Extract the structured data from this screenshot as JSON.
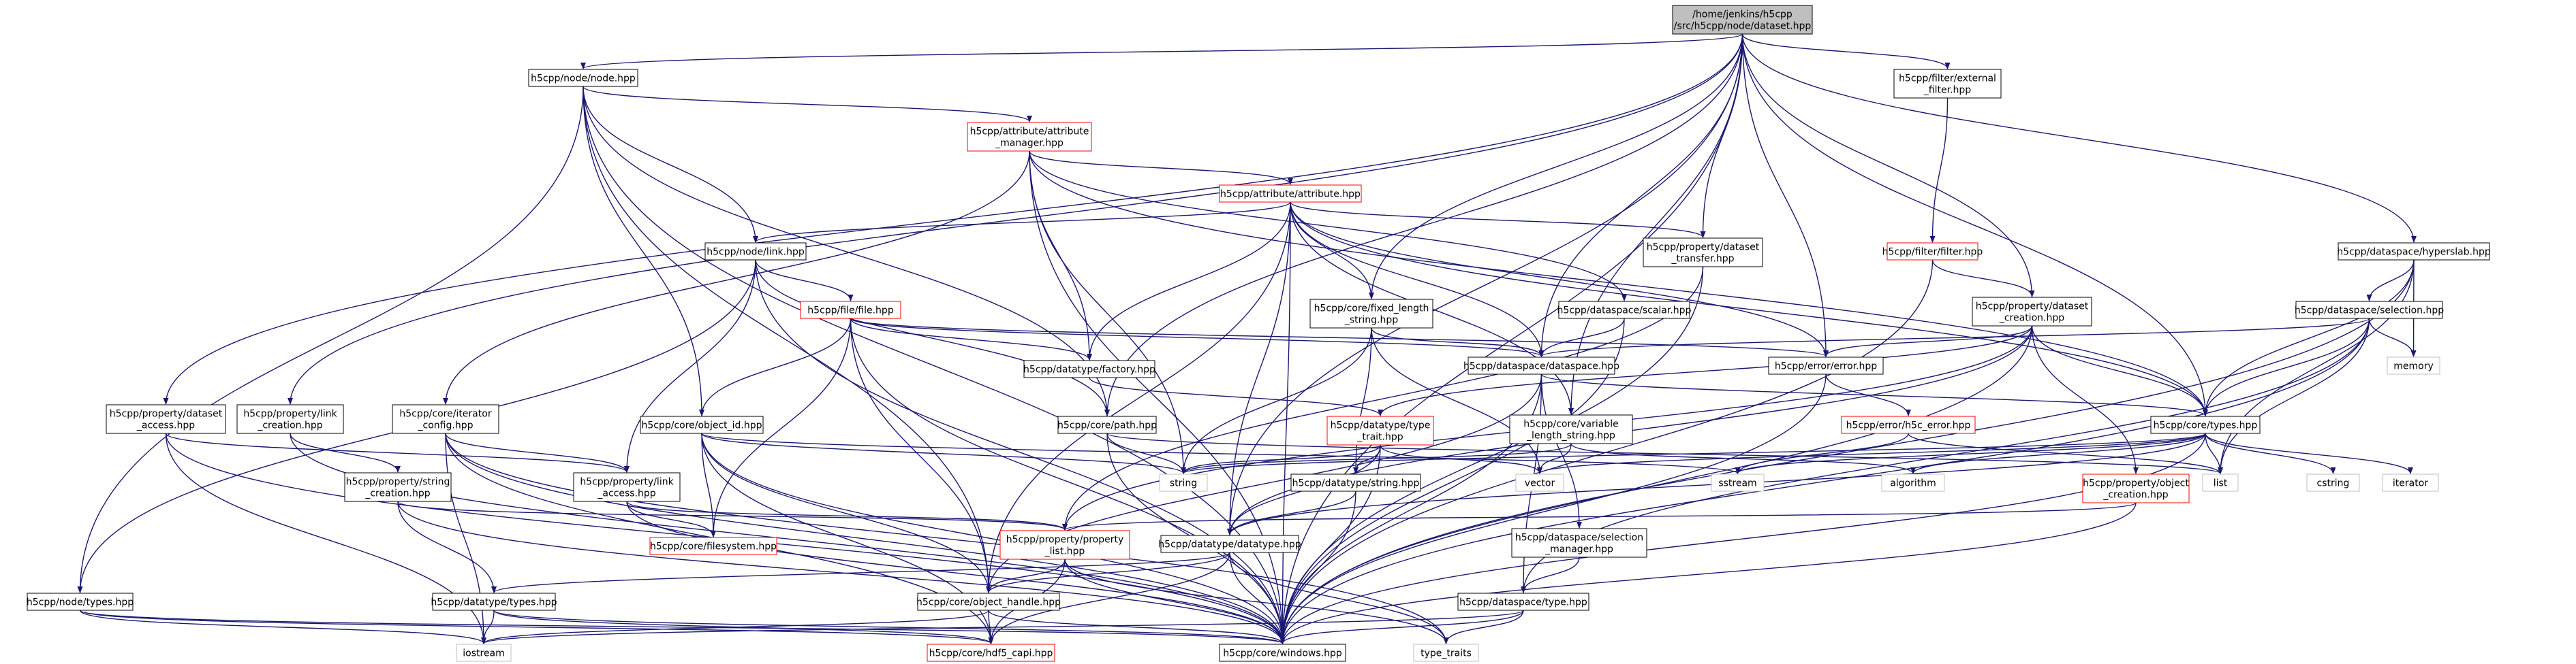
{
  "colors": {
    "edge": "#191970",
    "root_fill": "#bfbfbf",
    "node_fill": "#ffffff",
    "node_border": "#000000",
    "undocumented_border": "#ff0000",
    "external_border": "#bfbfbf",
    "background": "#ffffff"
  },
  "nodes": [
    {
      "id": "root",
      "lines": [
        "/home/jenkins/h5cpp",
        "/src/h5cpp/node/dataset.hpp"
      ],
      "kind": "root"
    },
    {
      "id": "node_hpp",
      "lines": [
        "h5cpp/node/node.hpp"
      ],
      "kind": "normal"
    },
    {
      "id": "attr_mgr",
      "lines": [
        "h5cpp/attribute/attribute",
        "_manager.hpp"
      ],
      "kind": "red"
    },
    {
      "id": "attr",
      "lines": [
        "h5cpp/attribute/attribute.hpp"
      ],
      "kind": "red"
    },
    {
      "id": "link",
      "lines": [
        "h5cpp/node/link.hpp"
      ],
      "kind": "normal"
    },
    {
      "id": "file",
      "lines": [
        "h5cpp/file/file.hpp"
      ],
      "kind": "red"
    },
    {
      "id": "iter_cfg",
      "lines": [
        "h5cpp/core/iterator",
        "_config.hpp"
      ],
      "kind": "normal"
    },
    {
      "id": "dset_access",
      "lines": [
        "h5cpp/property/dataset",
        "_access.hpp"
      ],
      "kind": "normal"
    },
    {
      "id": "link_creation",
      "lines": [
        "h5cpp/property/link",
        "_creation.hpp"
      ],
      "kind": "normal"
    },
    {
      "id": "object_id",
      "lines": [
        "h5cpp/core/object_id.hpp"
      ],
      "kind": "normal"
    },
    {
      "id": "string_creation",
      "lines": [
        "h5cpp/property/string",
        "_creation.hpp"
      ],
      "kind": "normal"
    },
    {
      "id": "link_access",
      "lines": [
        "h5cpp/property/link",
        "_access.hpp"
      ],
      "kind": "normal"
    },
    {
      "id": "filesystem",
      "lines": [
        "h5cpp/core/filesystem.hpp"
      ],
      "kind": "red"
    },
    {
      "id": "node_types",
      "lines": [
        "h5cpp/node/types.hpp"
      ],
      "kind": "normal"
    },
    {
      "id": "dt_types",
      "lines": [
        "h5cpp/datatype/types.hpp"
      ],
      "kind": "normal"
    },
    {
      "id": "factory",
      "lines": [
        "h5cpp/datatype/factory.hpp"
      ],
      "kind": "normal"
    },
    {
      "id": "path",
      "lines": [
        "h5cpp/core/path.hpp"
      ],
      "kind": "normal"
    },
    {
      "id": "fixed_len",
      "lines": [
        "h5cpp/core/fixed_length",
        "_string.hpp"
      ],
      "kind": "normal"
    },
    {
      "id": "dset_transfer",
      "lines": [
        "h5cpp/property/dataset",
        "_transfer.hpp"
      ],
      "kind": "normal"
    },
    {
      "id": "scalar",
      "lines": [
        "h5cpp/dataspace/scalar.hpp"
      ],
      "kind": "normal"
    },
    {
      "id": "dataspace",
      "lines": [
        "h5cpp/dataspace/dataspace.hpp"
      ],
      "kind": "normal"
    },
    {
      "id": "type_trait",
      "lines": [
        "h5cpp/datatype/type",
        "_trait.hpp"
      ],
      "kind": "red"
    },
    {
      "id": "dt_string",
      "lines": [
        "h5cpp/datatype/string.hpp"
      ],
      "kind": "normal"
    },
    {
      "id": "var_len",
      "lines": [
        "h5cpp/core/variable",
        "_length_string.hpp"
      ],
      "kind": "normal"
    },
    {
      "id": "prop_list",
      "lines": [
        "h5cpp/property/property",
        "_list.hpp"
      ],
      "kind": "red"
    },
    {
      "id": "dt_datatype",
      "lines": [
        "h5cpp/datatype/datatype.hpp"
      ],
      "kind": "normal"
    },
    {
      "id": "sel_mgr",
      "lines": [
        "h5cpp/dataspace/selection",
        "_manager.hpp"
      ],
      "kind": "normal"
    },
    {
      "id": "object_handle",
      "lines": [
        "h5cpp/core/object_handle.hpp"
      ],
      "kind": "normal"
    },
    {
      "id": "ds_type",
      "lines": [
        "h5cpp/dataspace/type.hpp"
      ],
      "kind": "normal"
    },
    {
      "id": "hdf5_capi",
      "lines": [
        "h5cpp/core/hdf5_capi.hpp"
      ],
      "kind": "red"
    },
    {
      "id": "windows",
      "lines": [
        "h5cpp/core/windows.hpp"
      ],
      "kind": "normal"
    },
    {
      "id": "type_traits",
      "lines": [
        "type_traits"
      ],
      "kind": "external"
    },
    {
      "id": "iostream",
      "lines": [
        "iostream"
      ],
      "kind": "external"
    },
    {
      "id": "string",
      "lines": [
        "string"
      ],
      "kind": "external"
    },
    {
      "id": "vector",
      "lines": [
        "vector"
      ],
      "kind": "external"
    },
    {
      "id": "sstream",
      "lines": [
        "sstream"
      ],
      "kind": "external"
    },
    {
      "id": "algorithm",
      "lines": [
        "algorithm"
      ],
      "kind": "external"
    },
    {
      "id": "list",
      "lines": [
        "list"
      ],
      "kind": "external"
    },
    {
      "id": "cstring",
      "lines": [
        "cstring"
      ],
      "kind": "external"
    },
    {
      "id": "iterator",
      "lines": [
        "iterator"
      ],
      "kind": "external"
    },
    {
      "id": "memory",
      "lines": [
        "memory"
      ],
      "kind": "external"
    },
    {
      "id": "ext_filter",
      "lines": [
        "h5cpp/filter/external",
        "_filter.hpp"
      ],
      "kind": "normal"
    },
    {
      "id": "filter",
      "lines": [
        "h5cpp/filter/filter.hpp"
      ],
      "kind": "red"
    },
    {
      "id": "dset_creation",
      "lines": [
        "h5cpp/property/dataset",
        "_creation.hpp"
      ],
      "kind": "normal"
    },
    {
      "id": "error",
      "lines": [
        "h5cpp/error/error.hpp"
      ],
      "kind": "normal"
    },
    {
      "id": "h5c_error",
      "lines": [
        "h5cpp/error/h5c_error.hpp"
      ],
      "kind": "red"
    },
    {
      "id": "obj_creation",
      "lines": [
        "h5cpp/property/object",
        "_creation.hpp"
      ],
      "kind": "red"
    },
    {
      "id": "core_types",
      "lines": [
        "h5cpp/core/types.hpp"
      ],
      "kind": "normal"
    },
    {
      "id": "hyperslab",
      "lines": [
        "h5cpp/dataspace/hyperslab.hpp"
      ],
      "kind": "normal"
    },
    {
      "id": "selection",
      "lines": [
        "h5cpp/dataspace/selection.hpp"
      ],
      "kind": "normal"
    }
  ],
  "edges": [
    [
      "root",
      "node_hpp"
    ],
    [
      "root",
      "dset_access"
    ],
    [
      "root",
      "link_creation"
    ],
    [
      "root",
      "dt_datatype"
    ],
    [
      "root",
      "fixed_len"
    ],
    [
      "root",
      "dset_transfer"
    ],
    [
      "root",
      "dataspace"
    ],
    [
      "root",
      "var_len"
    ],
    [
      "root",
      "error"
    ],
    [
      "root",
      "ext_filter"
    ],
    [
      "root",
      "dset_creation"
    ],
    [
      "root",
      "core_types"
    ],
    [
      "root",
      "hyperslab"
    ],
    [
      "root",
      "windows"
    ],
    [
      "root",
      "path"
    ],
    [
      "node_hpp",
      "attr_mgr"
    ],
    [
      "node_hpp",
      "link"
    ],
    [
      "node_hpp",
      "node_types"
    ],
    [
      "node_hpp",
      "object_id"
    ],
    [
      "node_hpp",
      "object_handle"
    ],
    [
      "node_hpp",
      "windows"
    ],
    [
      "node_hpp",
      "path"
    ],
    [
      "attr_mgr",
      "attr"
    ],
    [
      "attr_mgr",
      "iter_cfg"
    ],
    [
      "attr_mgr",
      "factory"
    ],
    [
      "attr_mgr",
      "scalar"
    ],
    [
      "attr_mgr",
      "core_types"
    ],
    [
      "attr_mgr",
      "string"
    ],
    [
      "attr_mgr",
      "windows"
    ],
    [
      "attr",
      "link"
    ],
    [
      "attr",
      "factory"
    ],
    [
      "attr",
      "fixed_len"
    ],
    [
      "attr",
      "dset_transfer"
    ],
    [
      "attr",
      "dataspace"
    ],
    [
      "attr",
      "error"
    ],
    [
      "attr",
      "core_types"
    ],
    [
      "attr",
      "object_handle"
    ],
    [
      "attr",
      "dt_datatype"
    ],
    [
      "attr",
      "var_len"
    ],
    [
      "attr",
      "windows"
    ],
    [
      "link",
      "file"
    ],
    [
      "link",
      "node_types"
    ],
    [
      "link",
      "path"
    ],
    [
      "link",
      "link_access"
    ],
    [
      "link",
      "windows"
    ],
    [
      "file",
      "object_id"
    ],
    [
      "file",
      "filesystem"
    ],
    [
      "file",
      "dataspace"
    ],
    [
      "file",
      "factory"
    ],
    [
      "file",
      "object_handle"
    ],
    [
      "file",
      "windows"
    ],
    [
      "file",
      "error"
    ],
    [
      "iter_cfg",
      "link_access"
    ],
    [
      "iter_cfg",
      "windows"
    ],
    [
      "iter_cfg",
      "iostream"
    ],
    [
      "iter_cfg",
      "hdf5_capi"
    ],
    [
      "iter_cfg",
      "type_traits"
    ],
    [
      "dset_access",
      "link_access"
    ],
    [
      "dset_access",
      "windows"
    ],
    [
      "dset_access",
      "iostream"
    ],
    [
      "link_creation",
      "string_creation"
    ],
    [
      "link_creation",
      "windows"
    ],
    [
      "object_id",
      "filesystem"
    ],
    [
      "object_id",
      "string"
    ],
    [
      "object_id",
      "sstream"
    ],
    [
      "object_id",
      "windows"
    ],
    [
      "object_id",
      "object_handle"
    ],
    [
      "object_id",
      "hdf5_capi"
    ],
    [
      "string_creation",
      "prop_list"
    ],
    [
      "string_creation",
      "dt_types"
    ],
    [
      "string_creation",
      "windows"
    ],
    [
      "link_access",
      "prop_list"
    ],
    [
      "link_access",
      "filesystem"
    ],
    [
      "link_access",
      "windows"
    ],
    [
      "node_types",
      "iostream"
    ],
    [
      "node_types",
      "windows"
    ],
    [
      "node_types",
      "hdf5_capi"
    ],
    [
      "dt_types",
      "iostream"
    ],
    [
      "dt_types",
      "windows"
    ],
    [
      "dt_types",
      "hdf5_capi"
    ],
    [
      "factory",
      "type_trait"
    ],
    [
      "path",
      "string"
    ],
    [
      "path",
      "list"
    ],
    [
      "path",
      "windows"
    ],
    [
      "fixed_len",
      "dataspace"
    ],
    [
      "fixed_len",
      "dt_string"
    ],
    [
      "fixed_len",
      "string"
    ],
    [
      "fixed_len",
      "vector"
    ],
    [
      "dset_transfer",
      "prop_list"
    ],
    [
      "dset_transfer",
      "windows"
    ],
    [
      "scalar",
      "dataspace"
    ],
    [
      "scalar",
      "windows"
    ],
    [
      "dataspace",
      "core_types"
    ],
    [
      "dataspace",
      "object_handle"
    ],
    [
      "dataspace",
      "sel_mgr"
    ],
    [
      "dataspace",
      "ds_type"
    ],
    [
      "dataspace",
      "windows"
    ],
    [
      "type_trait",
      "dt_datatype"
    ],
    [
      "type_trait",
      "dt_string"
    ],
    [
      "type_trait",
      "string"
    ],
    [
      "type_trait",
      "vector"
    ],
    [
      "type_trait",
      "windows"
    ],
    [
      "dt_string",
      "dt_datatype"
    ],
    [
      "dt_string",
      "windows"
    ],
    [
      "var_len",
      "string"
    ],
    [
      "var_len",
      "vector"
    ],
    [
      "var_len",
      "algorithm"
    ],
    [
      "prop_list",
      "object_handle"
    ],
    [
      "prop_list",
      "windows"
    ],
    [
      "prop_list",
      "hdf5_capi"
    ],
    [
      "prop_list",
      "type_traits"
    ],
    [
      "dt_datatype",
      "object_handle"
    ],
    [
      "dt_datatype",
      "dt_types"
    ],
    [
      "dt_datatype",
      "windows"
    ],
    [
      "dt_datatype",
      "hdf5_capi"
    ],
    [
      "dt_datatype",
      "type_traits"
    ],
    [
      "sel_mgr",
      "ds_type"
    ],
    [
      "object_handle",
      "hdf5_capi"
    ],
    [
      "object_handle",
      "windows"
    ],
    [
      "object_handle",
      "iostream"
    ],
    [
      "ds_type",
      "windows"
    ],
    [
      "ds_type",
      "iostream"
    ],
    [
      "ds_type",
      "type_traits"
    ],
    [
      "ext_filter",
      "filter"
    ],
    [
      "filter",
      "dset_creation"
    ],
    [
      "filter",
      "windows"
    ],
    [
      "dset_creation",
      "error"
    ],
    [
      "dset_creation",
      "core_types"
    ],
    [
      "dset_creation",
      "obj_creation"
    ],
    [
      "dset_creation",
      "dt_datatype"
    ],
    [
      "dset_creation",
      "type_trait"
    ],
    [
      "dset_creation",
      "windows"
    ],
    [
      "dset_creation",
      "prop_list"
    ],
    [
      "error",
      "h5c_error"
    ],
    [
      "error",
      "windows"
    ],
    [
      "h5c_error",
      "list"
    ],
    [
      "h5c_error",
      "sstream"
    ],
    [
      "obj_creation",
      "prop_list"
    ],
    [
      "obj_creation",
      "windows"
    ],
    [
      "core_types",
      "vector"
    ],
    [
      "core_types",
      "string"
    ],
    [
      "core_types",
      "list"
    ],
    [
      "core_types",
      "cstring"
    ],
    [
      "core_types",
      "iterator"
    ],
    [
      "core_types",
      "sstream"
    ],
    [
      "core_types",
      "algorithm"
    ],
    [
      "core_types",
      "windows"
    ],
    [
      "core_types",
      "dt_datatype"
    ],
    [
      "hyperslab",
      "selection"
    ],
    [
      "hyperslab",
      "core_types"
    ],
    [
      "hyperslab",
      "memory"
    ],
    [
      "hyperslab",
      "list"
    ],
    [
      "hyperslab",
      "windows"
    ],
    [
      "selection",
      "dataspace"
    ],
    [
      "selection",
      "core_types"
    ],
    [
      "selection",
      "memory"
    ],
    [
      "selection",
      "list"
    ],
    [
      "selection",
      "windows"
    ],
    [
      "selection",
      "ds_type"
    ]
  ]
}
